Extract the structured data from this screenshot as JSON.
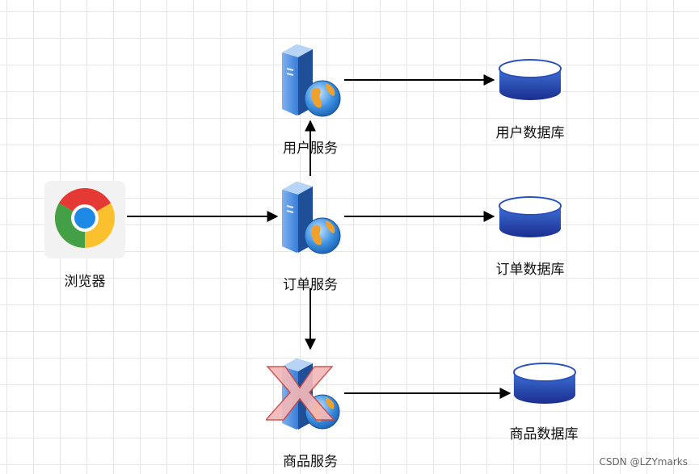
{
  "nodes": {
    "browser": {
      "label": "浏览器",
      "icon": "chrome-browser-icon"
    },
    "user_service": {
      "label": "用户服务",
      "icon": "web-server-icon"
    },
    "order_service": {
      "label": "订单服务",
      "icon": "web-server-icon"
    },
    "product_service": {
      "label": "商品服务",
      "icon": "web-server-icon",
      "status": "failed",
      "status_icon": "red-x-icon"
    },
    "user_db": {
      "label": "用户数据库",
      "icon": "database-icon"
    },
    "order_db": {
      "label": "订单数据库",
      "icon": "database-icon"
    },
    "product_db": {
      "label": "商品数据库",
      "icon": "database-icon"
    }
  },
  "edges": [
    {
      "from": "browser",
      "to": "order_service"
    },
    {
      "from": "order_service",
      "to": "user_service"
    },
    {
      "from": "order_service",
      "to": "product_service"
    },
    {
      "from": "user_service",
      "to": "user_db"
    },
    {
      "from": "order_service",
      "to": "order_db"
    },
    {
      "from": "product_service",
      "to": "product_db"
    }
  ],
  "colors": {
    "grid": "#e6e6e6",
    "server": "#3b7fd9",
    "database": "#2a52be",
    "failure_mark": "#f2b8b8"
  },
  "watermark": "CSDN @LZYmarks"
}
